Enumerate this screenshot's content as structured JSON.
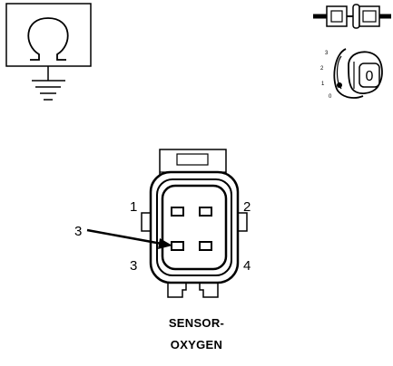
{
  "symbols": {
    "ohmmeter_icon": "ohm-symbol-with-ground",
    "connector_icon": "disconnected-connector",
    "ignition_icon": "ignition-key-off"
  },
  "ignition": {
    "positions": [
      "3",
      "2",
      "1",
      "0"
    ],
    "key_label": "0"
  },
  "connector": {
    "pin_labels": {
      "top_left": "1",
      "top_right": "2",
      "bottom_left": "3",
      "bottom_right": "4",
      "pointer": "3"
    },
    "caption_line1": "SENSOR-",
    "caption_line2": "OXYGEN"
  },
  "colors": {
    "line": "#000000",
    "background": "#ffffff"
  }
}
